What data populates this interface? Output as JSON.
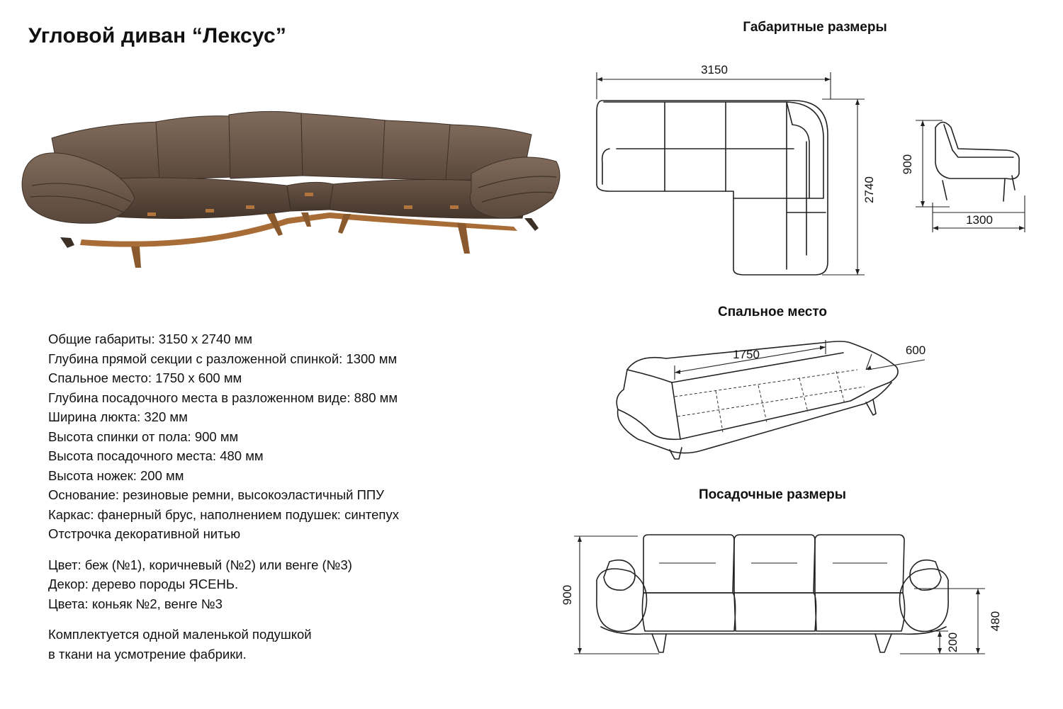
{
  "title": "Угловой диван “Лексус”",
  "sections": {
    "overall": "Габаритные размеры",
    "sleeping": "Спальное место",
    "seating": "Посадочные размеры"
  },
  "dimensions": {
    "width": "3150",
    "depth": "2740",
    "side_height": "900",
    "side_depth": "1300",
    "sleep_length": "1750",
    "sleep_width": "600",
    "seat_back_height": "900",
    "seat_height": "480",
    "leg_height": "200"
  },
  "specs": [
    "Общие габариты: 3150 х 2740 мм",
    "Глубина прямой секции с разложенной спинкой: 1300 мм",
    "Спальное место:  1750 х 600 мм",
    "Глубина посадочного места в разложенном виде: 880 мм",
    "Ширина люкта: 320 мм",
    "Высота спинки от пола: 900 мм",
    "Высота посадочного места: 480 мм",
    "Высота ножек: 200 мм",
    "Основание: резиновые ремни, высокоэластичный ППУ",
    "Каркас: фанерный брус, наполнением подушек: синтепух",
    "Отстрочка декоративной нитью"
  ],
  "colors": [
    "Цвет: беж (№1), коричневый (№2) или венге (№3)",
    "Декор: дерево породы ЯСЕНЬ.",
    "Цвета: коньяк №2, венге №3"
  ],
  "notes": [
    "Комплектуется одной маленькой подушкой",
    "в ткани на усмотрение фабрики."
  ],
  "palette": {
    "upholstery": "#6e5a4c",
    "upholstery_dark": "#4a3b31",
    "wood": "#b0743c"
  }
}
